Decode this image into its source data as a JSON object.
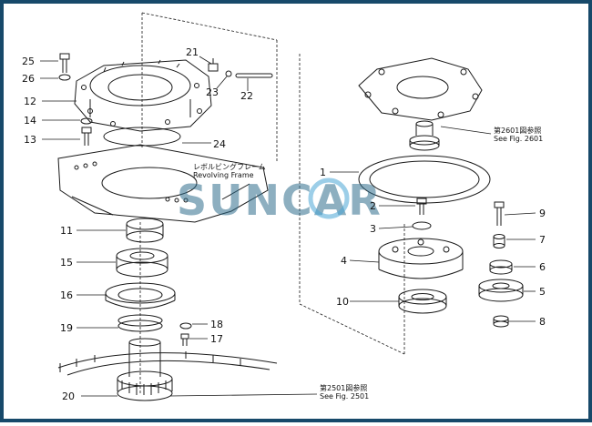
{
  "watermark": {
    "text": "SUNCAR",
    "color": "#2f6d8c"
  },
  "frame_color": "#17496a",
  "annotations": {
    "revolving_frame_jp": "レボルビングフレーム",
    "revolving_frame_en": "Revolving  Frame",
    "see_2601_jp": "第2601図参照",
    "see_2601_en": "See  Fig. 2601",
    "see_2501_jp": "第2501図参照",
    "see_2501_en": "See  Fig. 2501"
  },
  "part_numbers": {
    "p1": "1",
    "p2": "2",
    "p3": "3",
    "p4": "4",
    "p5": "5",
    "p6": "6",
    "p7": "7",
    "p8": "8",
    "p9": "9",
    "p10": "10",
    "p11": "11",
    "p12": "12",
    "p13": "13",
    "p14": "14",
    "p15": "15",
    "p16": "16",
    "p17": "17",
    "p18": "18",
    "p19": "19",
    "p20": "20",
    "p21": "21",
    "p22": "22",
    "p23": "23",
    "p24": "24",
    "p25": "25",
    "p26": "26"
  }
}
